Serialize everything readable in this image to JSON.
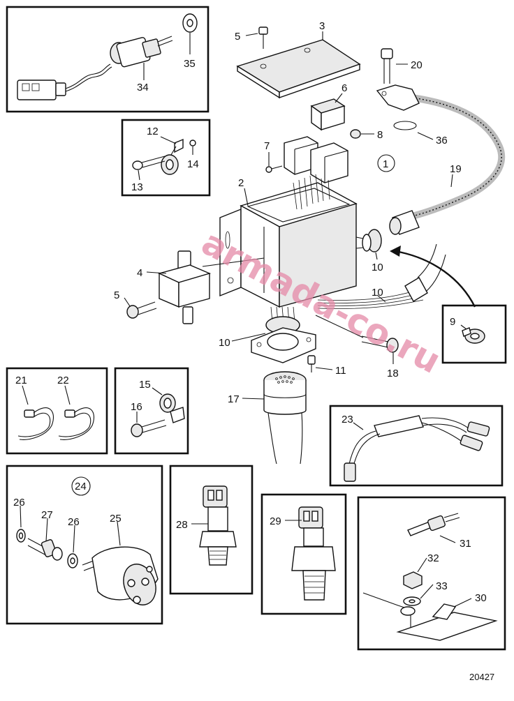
{
  "figure_number": "20427",
  "watermark": "armada-co.ru",
  "callouts": {
    "c1": "1",
    "c2": "2",
    "c3": "3",
    "c4": "4",
    "c5a": "5",
    "c5b": "5",
    "c6": "6",
    "c7": "7",
    "c8": "8",
    "c9": "9",
    "c10a": "10",
    "c10b": "10",
    "c10c": "10",
    "c11": "11",
    "c12": "12",
    "c13": "13",
    "c14": "14",
    "c15": "15",
    "c16": "16",
    "c17": "17",
    "c18": "18",
    "c19": "19",
    "c20": "20",
    "c21": "21",
    "c22": "22",
    "c23": "23",
    "c24": "24",
    "c25": "25",
    "c26a": "26",
    "c26b": "26",
    "c27": "27",
    "c28": "28",
    "c29": "29",
    "c30": "30",
    "c31": "31",
    "c32": "32",
    "c33": "33",
    "c34": "34",
    "c35": "35",
    "c36": "36"
  }
}
